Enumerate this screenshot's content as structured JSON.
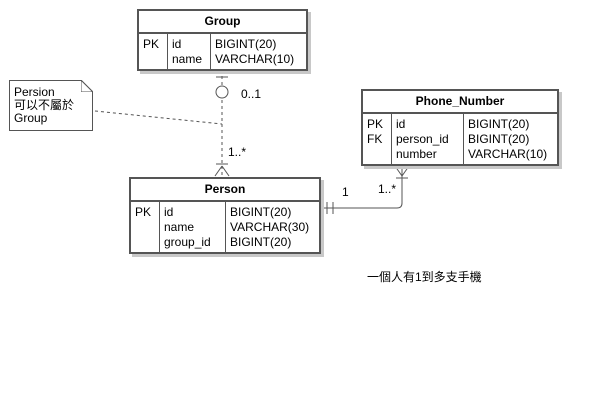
{
  "entities": {
    "group": {
      "title": "Group",
      "keys": [
        "PK",
        ""
      ],
      "fields": [
        "id",
        "name"
      ],
      "types": [
        "BIGINT(20)",
        "VARCHAR(10)"
      ]
    },
    "phone_number": {
      "title": "Phone_Number",
      "keys": [
        "PK",
        "FK",
        ""
      ],
      "fields": [
        "id",
        "person_id",
        "number"
      ],
      "types": [
        "BIGINT(20)",
        "BIGINT(20)",
        "VARCHAR(10)"
      ]
    },
    "person": {
      "title": "Person",
      "keys": [
        "PK",
        "",
        ""
      ],
      "fields": [
        "id",
        "name",
        "group_id"
      ],
      "types": [
        "BIGINT(20)",
        "VARCHAR(30)",
        "BIGINT(20)"
      ]
    }
  },
  "note": {
    "lines": [
      "Persion",
      "可以不屬於",
      "Group"
    ]
  },
  "labels": {
    "group_multiplicity": "0..1",
    "person_group_multiplicity": "1..*",
    "person_phone_one": "1",
    "phone_multiplicity": "1..*",
    "caption": "一個人有1到多支手機"
  },
  "colors": {
    "border": "#555555",
    "shadow": "#c8c8c8"
  }
}
